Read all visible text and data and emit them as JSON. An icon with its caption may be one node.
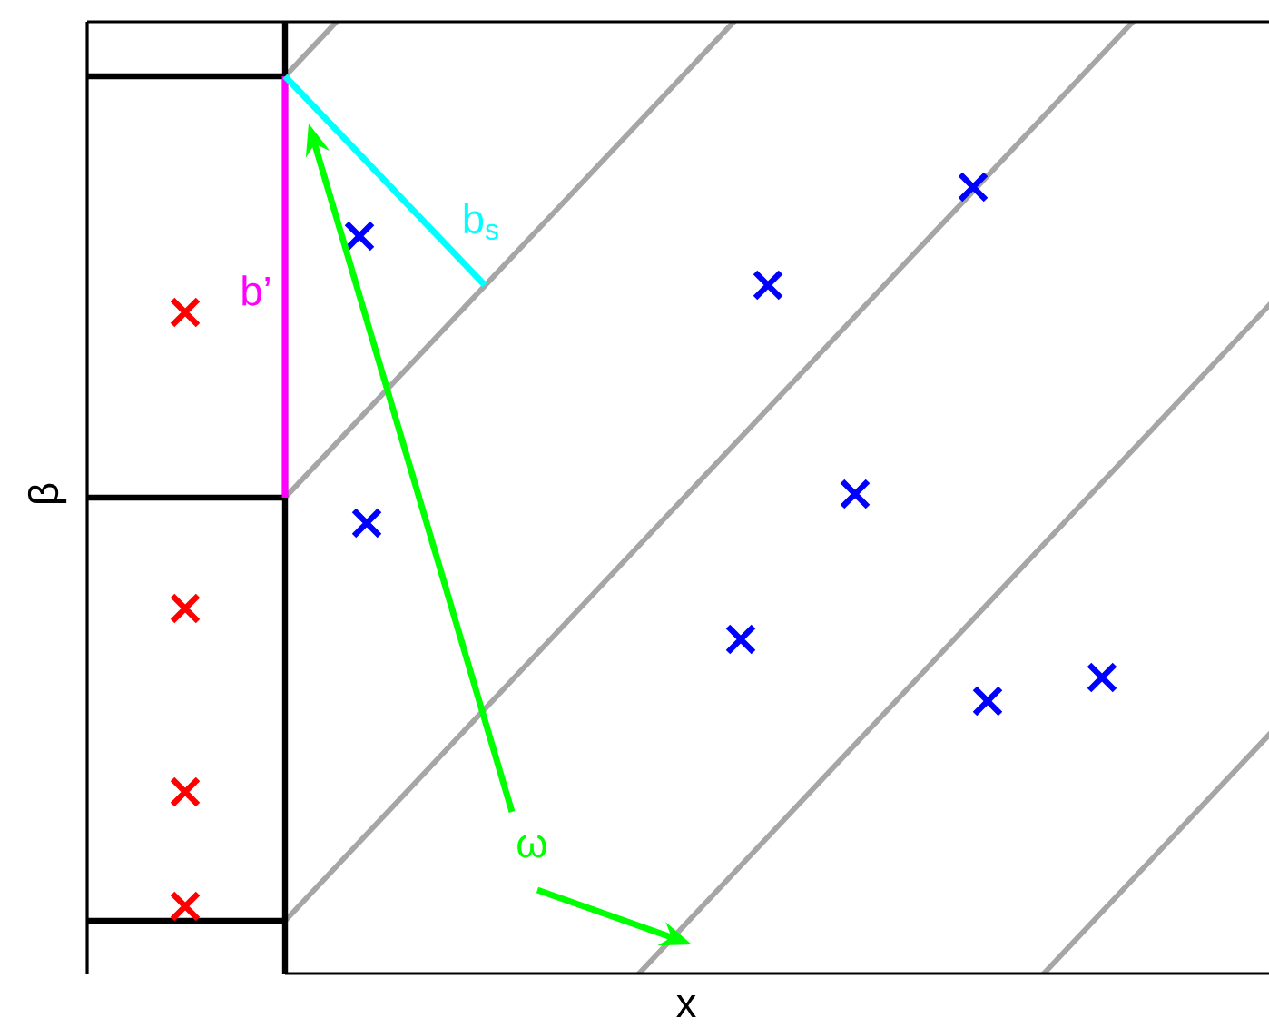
{
  "diagram": {
    "labels": [
      "b’",
      "b$_{s}$",
      "ω",
      "β",
      "x"
    ]
  }
}
